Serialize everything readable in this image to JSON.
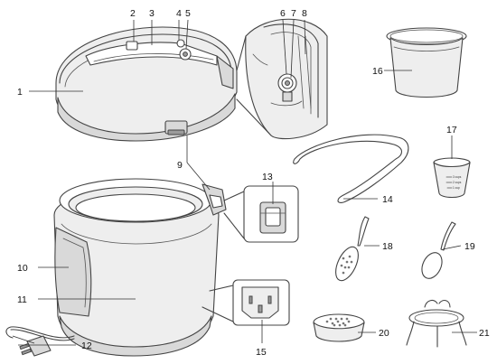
{
  "callouts": {
    "c1": "1",
    "c2": "2",
    "c3": "3",
    "c4": "4",
    "c5": "5",
    "c6": "6",
    "c7": "7",
    "c8": "8",
    "c9": "9",
    "c10": "10",
    "c11": "11",
    "c12": "12",
    "c13": "13",
    "c14": "14",
    "c15": "15",
    "c16": "16",
    "c17": "17",
    "c18": "18",
    "c19": "19",
    "c20": "20",
    "c21": "21"
  },
  "measuring_cup": {
    "mark_top": "3 cups",
    "mark_mid": "2 cups",
    "mark_low": "1 cup"
  },
  "colors": {
    "line": "#444444",
    "body_fill": "#d9d9d9",
    "light_fill": "#eeeeee",
    "dark_fill": "#9c9c9c",
    "text": "#111111"
  },
  "icons": {
    "lid": "lid-icon",
    "inner_pot": "inner-pot-icon",
    "cooker": "cooker-base-icon",
    "sealing_ring": "sealing-ring-icon",
    "measuring_cup": "measuring-cup-icon",
    "rice_paddle": "rice-paddle-icon",
    "soup_spoon": "soup-spoon-icon",
    "steam_basket": "steam-basket-icon",
    "steam_rack": "steam-rack-icon",
    "power_cord": "power-cord-icon",
    "power_socket": "power-socket-icon",
    "condensation_collector": "condensation-collector-icon"
  }
}
